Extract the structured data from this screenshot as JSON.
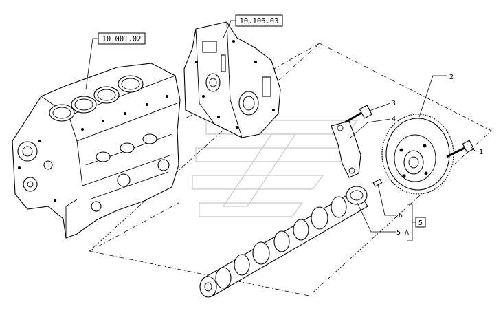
{
  "references": {
    "block": "10.001.02",
    "cover": "10.106.03"
  },
  "callouts": {
    "screw_gear": "1",
    "gear": "2",
    "screw_plate": "3",
    "plate": "4",
    "camshaft_group": "5",
    "pin": "6",
    "camshaft": "5 A"
  },
  "icons": [
    "engine-block",
    "timing-cover",
    "camshaft",
    "cam-gear",
    "thrust-plate",
    "bolt",
    "pin",
    "watermark-logo"
  ]
}
